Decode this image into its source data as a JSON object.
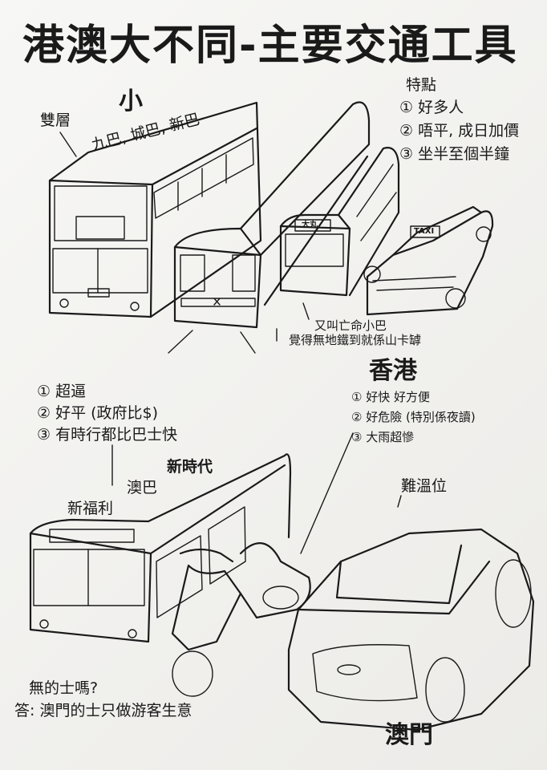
{
  "title": "港澳大不同-主要交通工具",
  "hk": {
    "small_mark": "小",
    "double_decker_label": "雙層",
    "bus_companies": "九巴, 城巴, 新巴",
    "features_heading": "特點",
    "features": [
      "① 好多人",
      "② 唔平, 成日加價",
      "③ 坐半至個半鐘"
    ],
    "minibus_sign": "大丸",
    "taxi_sign": "TAXI",
    "minibus_note_1": "又叫亡命小巴",
    "minibus_note_2": "覺得無地鐵到就係山卡罅",
    "region_label": "香港",
    "car_points": [
      "① 好快 好方便",
      "② 好危險 (特別係夜讀)",
      "③ 大雨超慘"
    ]
  },
  "macau": {
    "bus_points": [
      "① 超逼",
      "② 好平 (政府比$)",
      "③ 有時行都比巴士快"
    ],
    "bus_name_new_era": "新時代",
    "bus_name_macau": "澳巴",
    "bus_name_transmac": "新福利",
    "taxi_hard": "難溫位",
    "question": "無的士嗎?",
    "answer": "答: 澳門的士只做游客生意",
    "region_label": "澳門"
  }
}
